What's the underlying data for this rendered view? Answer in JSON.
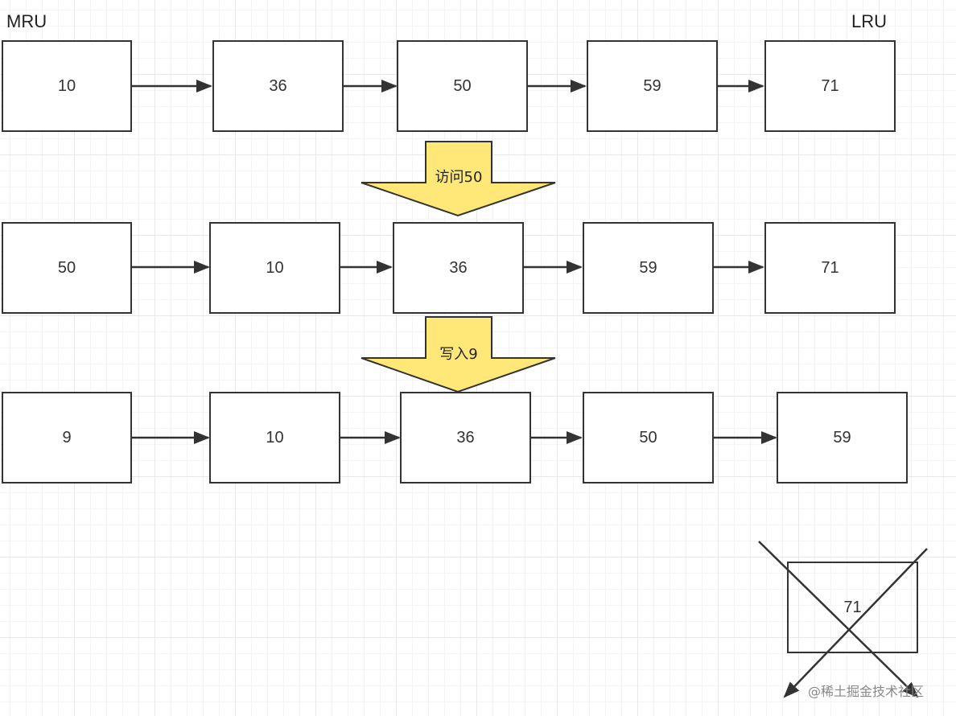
{
  "labels": {
    "mru": "MRU",
    "lru": "LRU"
  },
  "rows": [
    {
      "nodes": [
        "10",
        "36",
        "50",
        "59",
        "71"
      ]
    },
    {
      "nodes": [
        "50",
        "10",
        "36",
        "59",
        "71"
      ]
    },
    {
      "nodes": [
        "9",
        "10",
        "36",
        "50",
        "59"
      ]
    }
  ],
  "transitions": [
    {
      "label": "访问50"
    },
    {
      "label": "写入9"
    }
  ],
  "evicted": {
    "value": "71"
  },
  "watermark": "@稀土掘金技术社区",
  "colors": {
    "arrow_fill": "#ffe878",
    "stroke": "#333333"
  }
}
